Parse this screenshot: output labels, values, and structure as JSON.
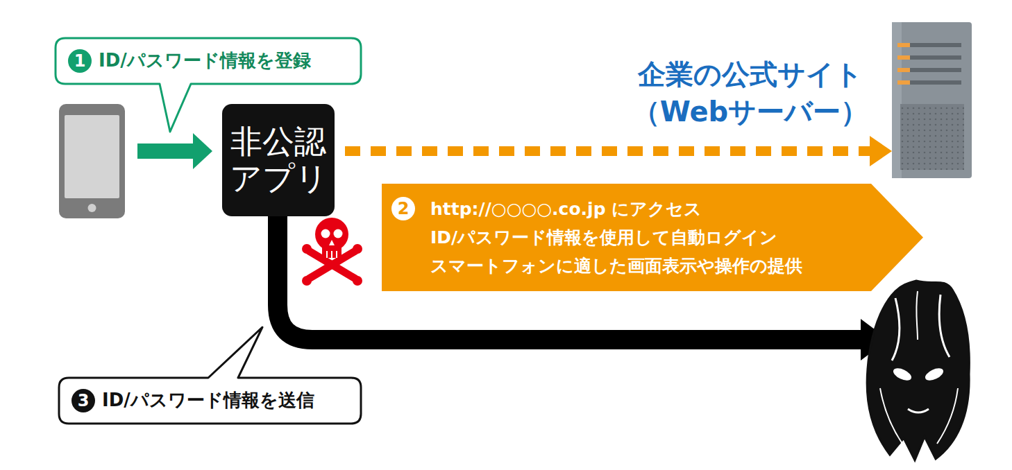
{
  "diagram": {
    "nodes": [
      {
        "text": [
          "1",
          "ID/パスワード情報を登録"
        ]
      },
      {
        "text": [
          "非公認 アプリ"
        ]
      },
      {
        "text": [
          "企業の公式サイト （Webサーバー）"
        ]
      },
      {
        "text": [
          "2",
          "http://○○○○.co.jp にアクセス",
          "ID/パスワード情報を使用して自動ログイン",
          "スマートフォンに適した画面表示や操作の提供"
        ]
      },
      {
        "text": [
          "3",
          "ID/パスワード情報を送信"
        ]
      }
    ],
    "edges": [
      {
        "from": 1,
        "to": 2,
        "arrow": "to"
      }
    ]
  }
}
